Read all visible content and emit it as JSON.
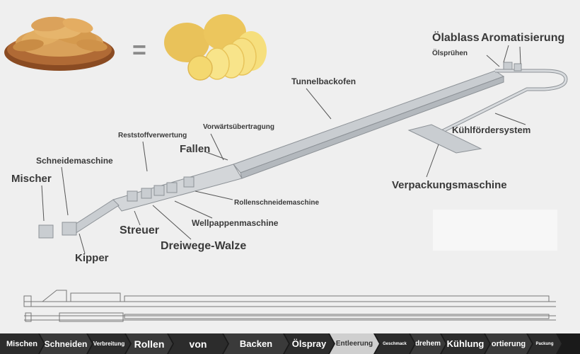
{
  "labels": {
    "oelablass": "Ölablass",
    "aromatisierung": "Aromatisierung",
    "oelspruehen": "Ölsprühen",
    "tunnelbackofen": "Tunnelbackofen",
    "vorwaerts": "Vorwärtsübertragung",
    "reststoff": "Reststoffverwertung",
    "fallen": "Fallen",
    "kuehlfoerder": "Kühlfördersystem",
    "schneidemaschine": "Schneidemaschine",
    "mischer": "Mischer",
    "verpackung": "Verpackungsmaschine",
    "rollenschneide": "Rollenschneidemaschine",
    "wellpappen": "Wellpappenmaschine",
    "streuer": "Streuer",
    "dreiwege": "Dreiwege-Walze",
    "kipper": "Kipper"
  },
  "steps": [
    "Mischen",
    "Schneiden",
    "Verbreitung",
    "Rollen",
    "von",
    "Backen",
    "Ölspray",
    "Entleerung",
    "Geschmack",
    "drehem",
    "Kühlung",
    "ortierung",
    "Packung"
  ],
  "equals_sign": "=",
  "colors": {
    "background": "#efefef",
    "label": "#3a3a3a",
    "machine": "#c9cdd1",
    "leader": "#555555",
    "strip": "#1a1a1a",
    "chip": "#d9a15a",
    "potato": "#f2d36b"
  }
}
